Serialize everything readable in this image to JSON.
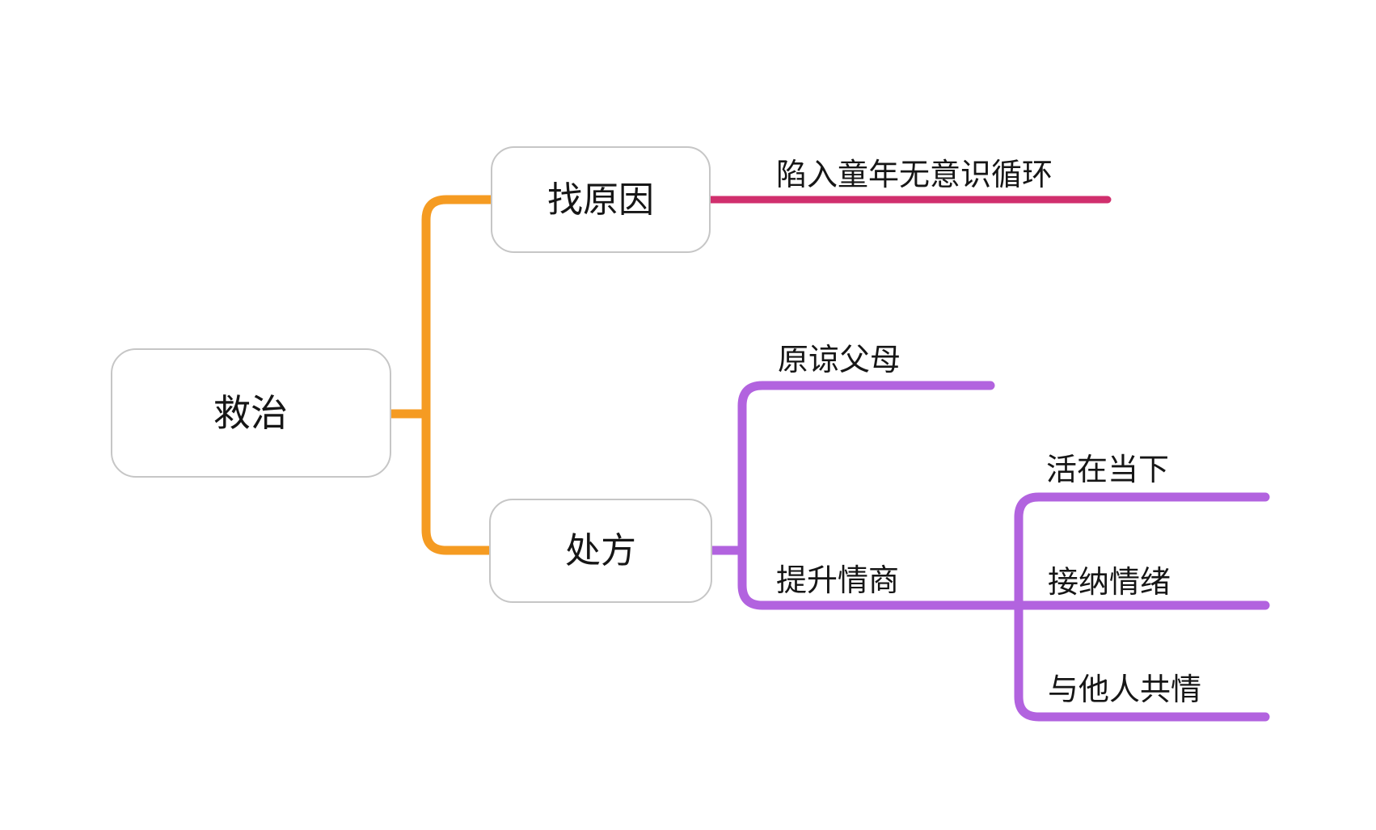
{
  "canvas": {
    "background": "#FFFFFF"
  },
  "colors": {
    "root_branch": "#F59B22",
    "cause_branch": "#D02F6D",
    "prescription_branch": "#B263DF",
    "node_border": "#C6C6C6",
    "node_fill": "#FFFFFF",
    "text": "#161616"
  },
  "mindmap": {
    "root": {
      "label": "救治"
    },
    "branches": [
      {
        "label": "找原因",
        "children": [
          {
            "label": "陷入童年无意识循环"
          }
        ]
      },
      {
        "label": "处方",
        "children": [
          {
            "label": "原谅父母"
          },
          {
            "label": "提升情商",
            "children": [
              {
                "label": "活在当下"
              },
              {
                "label": "接纳情绪"
              },
              {
                "label": "与他人共情"
              }
            ]
          }
        ]
      }
    ]
  }
}
